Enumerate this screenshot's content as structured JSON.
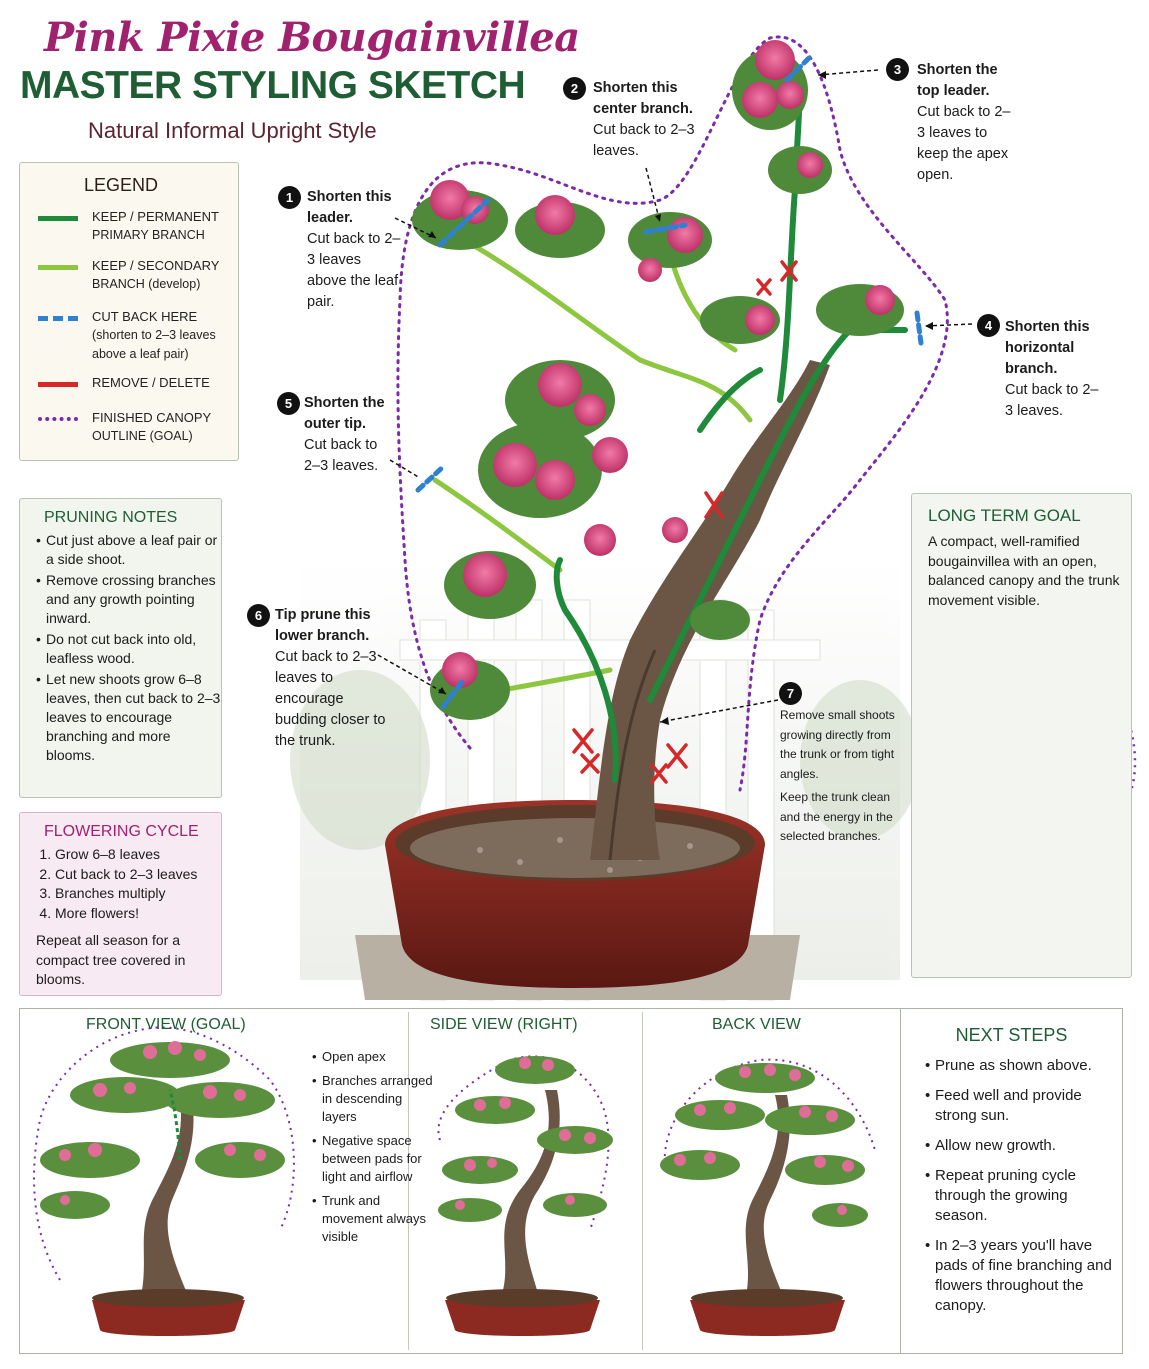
{
  "header": {
    "title": "Pink Pixie Bougainvillea",
    "subtitle": "MASTER STYLING SKETCH",
    "style_line": "Natural Informal Upright Style"
  },
  "legend": {
    "title": "LEGEND",
    "items": [
      {
        "label": "KEEP / PERMANENT",
        "label2": "PRIMARY BRANCH",
        "color": "#1e8a3a",
        "dash": "solid"
      },
      {
        "label": "KEEP / SECONDARY",
        "label2": "BRANCH (develop)",
        "color": "#8dc63f",
        "dash": "solid"
      },
      {
        "label": "CUT BACK HERE",
        "label2": "(shorten to 2–3 leaves",
        "label3": "above a leaf pair)",
        "color": "#2f80d1",
        "dash": "dashed"
      },
      {
        "label": "REMOVE / DELETE",
        "color": "#d62828",
        "dash": "solid"
      },
      {
        "label": "FINISHED CANOPY",
        "label2": "OUTLINE (GOAL)",
        "color": "#7b2aa8",
        "dash": "dotted"
      }
    ]
  },
  "pruning_notes": {
    "title": "PRUNING NOTES",
    "items": [
      "Cut just above a leaf pair or a side shoot.",
      "Remove crossing branches and any growth pointing inward.",
      "Do not cut back into old, leafless wood.",
      "Let new shoots grow 6–8 leaves, then cut back to 2–3 leaves to encourage branching and more blooms."
    ]
  },
  "flowering_cycle": {
    "title": "FLOWERING CYCLE",
    "steps": [
      "Grow 6–8 leaves",
      "Cut back to 2–3 leaves",
      "Branches multiply",
      "More flowers!"
    ],
    "note": "Repeat all season for a compact tree covered in blooms."
  },
  "long_term_goal": {
    "title": "LONG TERM GOAL",
    "text": "A compact, well-ramified bougainvillea with an open, balanced canopy and the trunk movement visible."
  },
  "callouts": [
    {
      "num": "1",
      "head": "Shorten this leader.",
      "body": "Cut back to 2–3 leaves above the leaf pair."
    },
    {
      "num": "2",
      "head": "Shorten this center branch.",
      "body": "Cut back to 2–3 leaves."
    },
    {
      "num": "3",
      "head": "Shorten the top leader.",
      "body": "Cut back to 2–3 leaves to keep the apex open."
    },
    {
      "num": "4",
      "head": "Shorten this horizontal branch.",
      "body": "Cut back to 2–3 leaves."
    },
    {
      "num": "5",
      "head": "Shorten the outer tip.",
      "body": "Cut back to 2–3 leaves."
    },
    {
      "num": "6",
      "head": "Tip prune this lower branch.",
      "body": "Cut back to 2–3 leaves to encourage budding closer to the trunk."
    },
    {
      "num": "7",
      "head": "",
      "body": "Remove small shoots growing directly from the trunk or from tight angles.",
      "body2": "Keep the trunk clean and the energy in the selected branches."
    }
  ],
  "views": {
    "front": {
      "title": "FRONT VIEW (GOAL)",
      "points": [
        "Open apex",
        "Branches arranged in descending layers",
        "Negative space between pads for light and airflow",
        "Trunk and movement always visible"
      ]
    },
    "side": {
      "title": "SIDE VIEW (RIGHT)"
    },
    "back": {
      "title": "BACK VIEW"
    }
  },
  "next_steps": {
    "title": "NEXT STEPS",
    "items": [
      "Prune as shown above.",
      "Feed well and provide strong sun.",
      "Allow new growth.",
      "Repeat pruning cycle through the growing season.",
      "In 2–3 years you'll have pads of fine branching and flowers throughout the canopy."
    ]
  },
  "colors": {
    "title_pink": "#a0226e",
    "title_green": "#1f5d34",
    "primary_branch": "#1e8a3a",
    "secondary_branch": "#8dc63f",
    "cut_mark": "#2f80d1",
    "remove_mark": "#d62828",
    "canopy_outline": "#7b2aa8",
    "bloom": "#d9407a",
    "pot": "#8c2a22"
  }
}
